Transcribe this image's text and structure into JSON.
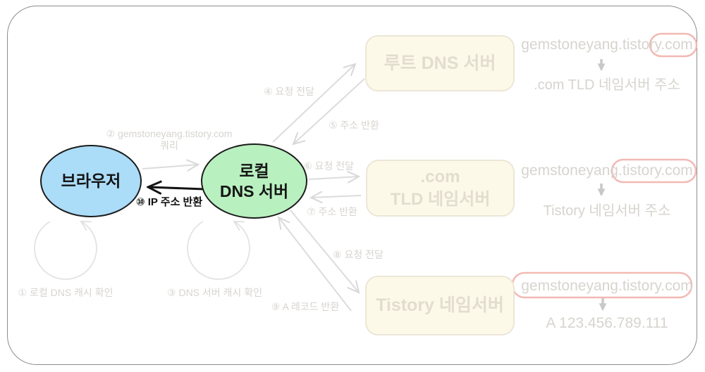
{
  "nodes": {
    "browser": {
      "label": "브라우저"
    },
    "local_dns": {
      "label": "로컬\nDNS 서버"
    },
    "root_dns": {
      "label": "루트 DNS 서버"
    },
    "com_tld": {
      "label": ".com\nTLD 네임서버"
    },
    "tistory_ns": {
      "label": "Tistory 네임서버"
    }
  },
  "steps": {
    "s1": "① 로컬 DNS 캐시 확인",
    "s2_query": "② gemstoneyang.tistory.com",
    "s2_query_line2": "쿼리",
    "s3": "③ DNS 서버 캐시 확인",
    "s4": "④ 요청 전달",
    "s5": "⑤ 주소 반환",
    "s6": "⑥ 요청 전달",
    "s7": "⑦ 주소 반환",
    "s8": "⑧ 요청 전달",
    "s9": "⑨ A 레코드 반환",
    "s10": "⑩ IP 주소 반환"
  },
  "resolutions": {
    "root": {
      "query": "gemstoneyang.tistory.com",
      "highlighted_part": ".com",
      "answer": ".com TLD 네임서버 주소"
    },
    "tld": {
      "query": "gemstoneyang.tistory.com",
      "highlighted_part": ".tistory.com",
      "answer": "Tistory 네임서버 주소"
    },
    "authoritative": {
      "query": "gemstoneyang.tistory.com",
      "highlighted_part": "gemstoneyang.tistory.com",
      "answer": "A 123.456.789.111"
    }
  },
  "colors": {
    "browser_fill": "#abdcf8",
    "local_dns_fill": "#b9f0c0",
    "faded_box_fill": "#fdf9e9",
    "faded_box_border": "#ebe6d7",
    "faded_text": "#d7d4cf",
    "highlight_red": "#f2b9b4",
    "active_arrow": "#141414"
  }
}
